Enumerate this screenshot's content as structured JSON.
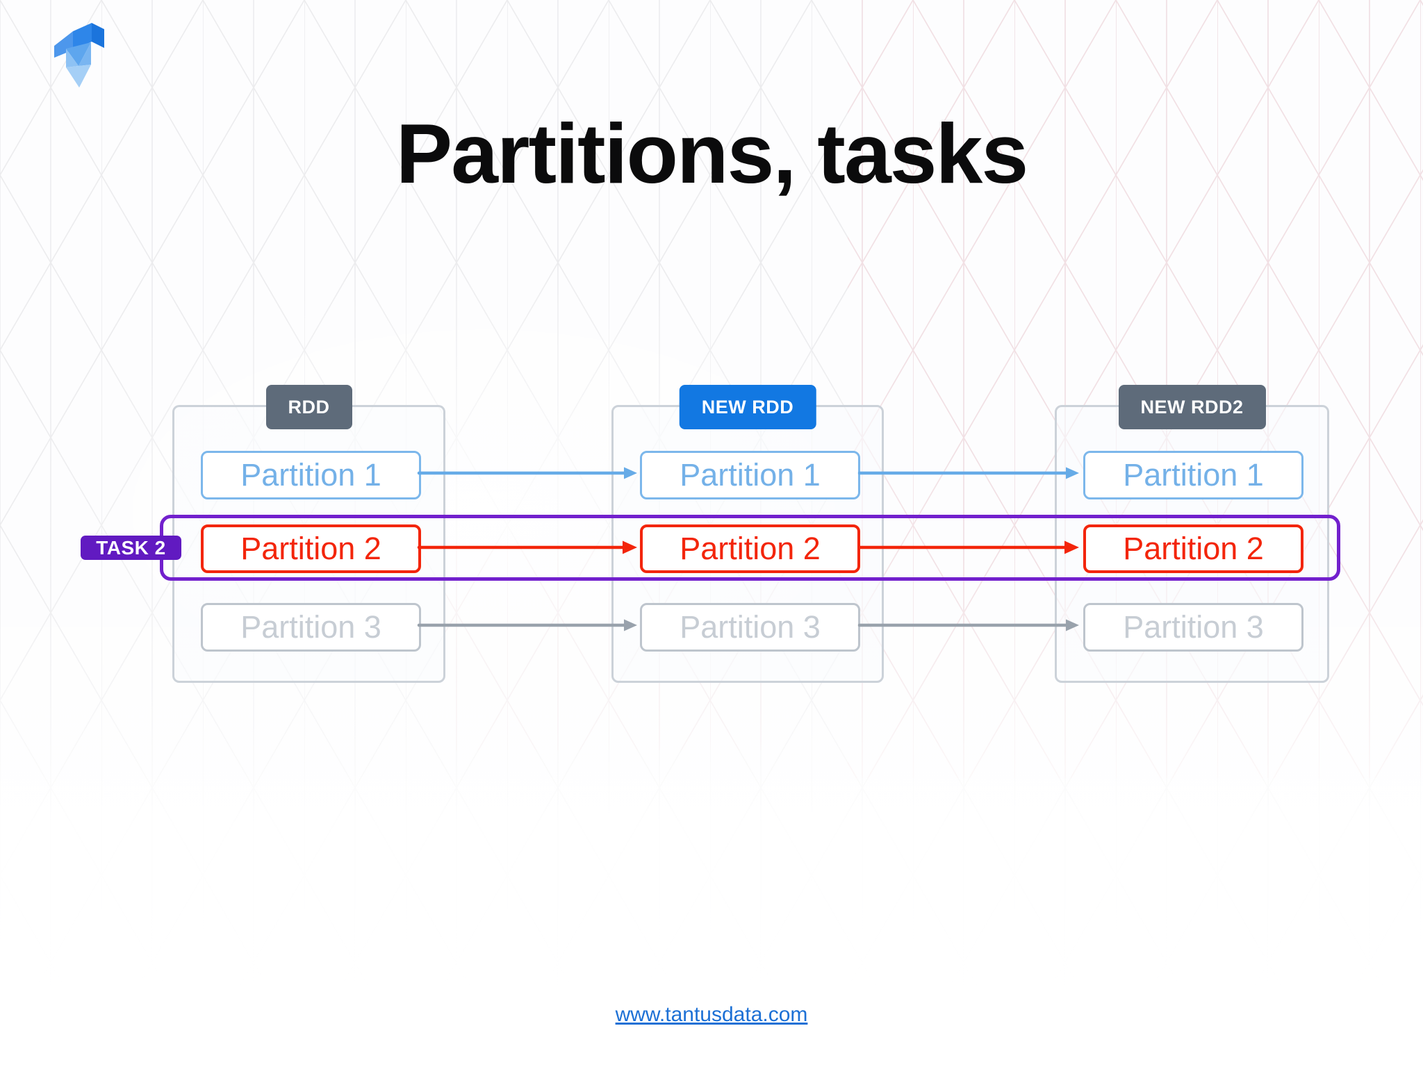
{
  "slide": {
    "title": "Partitions, tasks",
    "footer": {
      "link_text": "www.tantusdata.com"
    }
  },
  "task_badge": {
    "label": "TASK 2"
  },
  "diagram": {
    "columns": [
      {
        "header": {
          "label": "RDD",
          "variant": "slate"
        },
        "partitions": [
          {
            "label": "Partition 1",
            "variant": "blue"
          },
          {
            "label": "Partition 2",
            "variant": "red"
          },
          {
            "label": "Partition 3",
            "variant": "gray"
          }
        ]
      },
      {
        "header": {
          "label": "NEW RDD",
          "variant": "blue"
        },
        "partitions": [
          {
            "label": "Partition 1",
            "variant": "blue"
          },
          {
            "label": "Partition 2",
            "variant": "red"
          },
          {
            "label": "Partition 3",
            "variant": "gray"
          }
        ]
      },
      {
        "header": {
          "label": "NEW RDD2",
          "variant": "slate"
        },
        "partitions": [
          {
            "label": "Partition 1",
            "variant": "blue"
          },
          {
            "label": "Partition 2",
            "variant": "red"
          },
          {
            "label": "Partition 3",
            "variant": "gray"
          }
        ]
      }
    ],
    "highlighted_task_row": "Partition 2"
  },
  "icons": {
    "logo": "tantusdata-logo"
  },
  "colors": {
    "header_slate": "#5e6b7a",
    "header_blue": "#1278e2",
    "container_border": "#ccd2d9",
    "partition_blue": "#7cb7eb",
    "partition_red": "#f3250a",
    "partition_gray": "#c7cdd4",
    "task_purple": "#7220cd",
    "link_blue": "#1c70d5"
  }
}
